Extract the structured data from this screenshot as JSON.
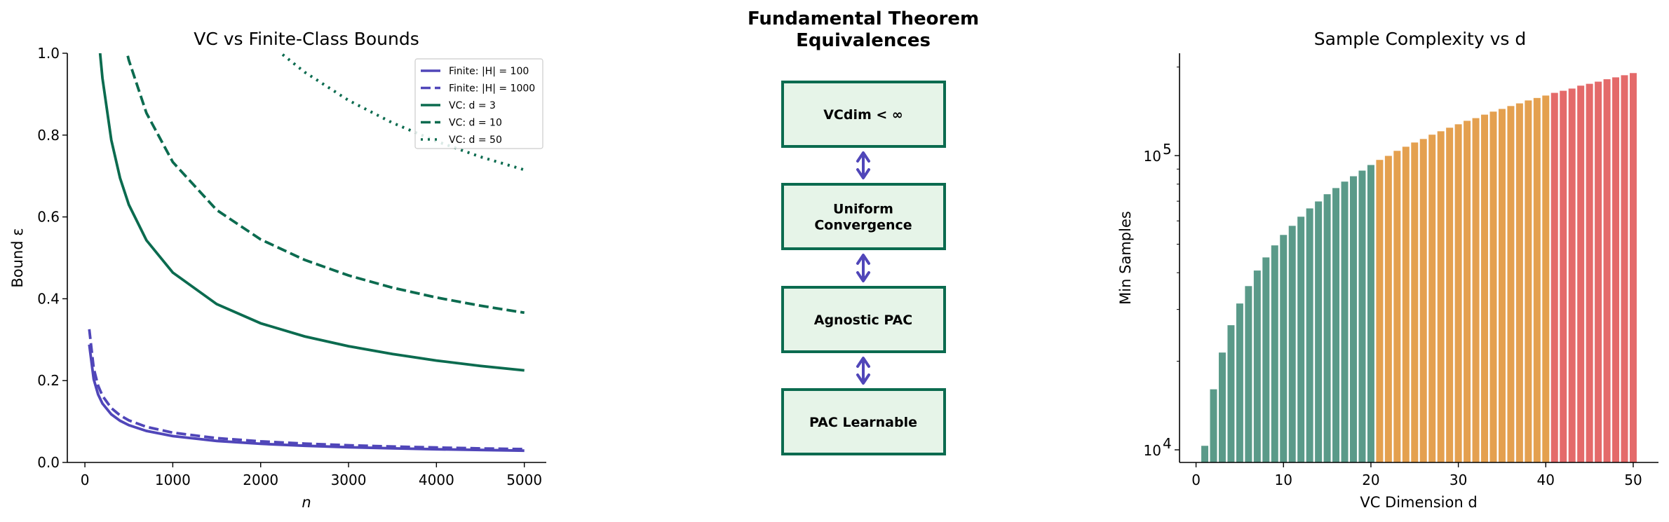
{
  "chart_data": [
    {
      "type": "line",
      "title": "VC vs Finite-Class Bounds",
      "xlabel": "n",
      "ylabel": "Bound ε",
      "xlim": [
        -200,
        5250
      ],
      "ylim": [
        0,
        1
      ],
      "grid": false,
      "xticks": [
        0,
        1000,
        2000,
        3000,
        4000,
        5000
      ],
      "xtick_labels": [
        "0",
        "1000",
        "2000",
        "3000",
        "4000",
        "5000"
      ],
      "yticks": [
        0,
        0.2,
        0.4,
        0.6,
        0.8,
        1.0
      ],
      "ytick_labels": [
        "0.0",
        "0.2",
        "0.4",
        "0.6",
        "0.8",
        "1.0"
      ],
      "legend_position": "top-right",
      "series": [
        {
          "name": "Finite: |H| = 100",
          "color": "#5046b9",
          "style": "solid",
          "x": [
            50,
            100,
            150,
            200,
            300,
            400,
            500,
            700,
            1000,
            1500,
            2000,
            2500,
            3000,
            3500,
            4000,
            4500,
            5000
          ],
          "y": [
            0.288,
            0.2036,
            0.1663,
            0.144,
            0.1176,
            0.1018,
            0.0911,
            0.077,
            0.0644,
            0.0526,
            0.0455,
            0.0407,
            0.0372,
            0.0344,
            0.0322,
            0.0304,
            0.0288
          ]
        },
        {
          "name": "Finite: |H| = 1000",
          "color": "#5046b9",
          "style": "dashed",
          "x": [
            50,
            100,
            150,
            200,
            300,
            400,
            500,
            700,
            1000,
            1500,
            2000,
            2500,
            3000,
            3500,
            4000,
            4500,
            5000
          ],
          "y": [
            0.3255,
            0.2302,
            0.1879,
            0.1628,
            0.1329,
            0.1151,
            0.1029,
            0.087,
            0.0728,
            0.0594,
            0.0515,
            0.046,
            0.042,
            0.0389,
            0.0364,
            0.0343,
            0.0326
          ]
        },
        {
          "name": "VC: d = 3",
          "color": "#0b6b4f",
          "style": "solid",
          "x": [
            150,
            175,
            200,
            300,
            400,
            500,
            700,
            1000,
            1500,
            2000,
            2500,
            3000,
            3500,
            4000,
            4500,
            5000
          ],
          "y": [
            1.063,
            0.995,
            0.939,
            0.788,
            0.695,
            0.63,
            0.543,
            0.464,
            0.387,
            0.34,
            0.308,
            0.284,
            0.265,
            0.249,
            0.236,
            0.225
          ]
        },
        {
          "name": "VC: d = 10",
          "color": "#0b6b4f",
          "style": "dashed",
          "x": [
            450,
            500,
            700,
            1000,
            1500,
            2000,
            2500,
            3000,
            3500,
            4000,
            4500,
            5000
          ],
          "y": [
            1.027,
            0.983,
            0.854,
            0.734,
            0.617,
            0.545,
            0.495,
            0.457,
            0.427,
            0.403,
            0.383,
            0.366
          ]
        },
        {
          "name": "VC: d = 50",
          "color": "#0b6b4f",
          "style": "dotted",
          "x": [
            2250,
            2500,
            3000,
            3500,
            4000,
            4500,
            5000
          ],
          "y": [
            0.997,
            0.954,
            0.885,
            0.83,
            0.785,
            0.747,
            0.715
          ]
        }
      ]
    },
    {
      "type": "bar",
      "title": "Sample Complexity vs d",
      "xlabel": "VC Dimension d",
      "ylabel": "Min Samples",
      "yscale": "log",
      "ylim": [
        9060,
        222800
      ],
      "xlim": [
        -1.89,
        52.89
      ],
      "grid": false,
      "xticks": [
        0,
        10,
        20,
        30,
        40,
        50
      ],
      "xtick_labels": [
        "0",
        "10",
        "20",
        "30",
        "40",
        "50"
      ],
      "yticks": [
        10000,
        100000
      ],
      "ytick_labels": [
        {
          "base": "10",
          "exp": "4"
        },
        {
          "base": "10",
          "exp": "5"
        }
      ],
      "categories": [
        1,
        2,
        3,
        4,
        5,
        6,
        7,
        8,
        9,
        10,
        11,
        12,
        13,
        14,
        15,
        16,
        17,
        18,
        19,
        20,
        21,
        22,
        23,
        24,
        25,
        26,
        27,
        28,
        29,
        30,
        31,
        32,
        33,
        34,
        35,
        36,
        37,
        38,
        39,
        40,
        41,
        42,
        43,
        44,
        45,
        46,
        47,
        48,
        49,
        50
      ],
      "values": [
        10320,
        16060,
        21410,
        26520,
        31430,
        36020,
        40680,
        45080,
        49530,
        53750,
        57720,
        61990,
        66150,
        69860,
        73930,
        77580,
        81590,
        85090,
        88920,
        92920,
        96700,
        99790,
        103800,
        107200,
        110800,
        113900,
        117800,
        121000,
        124400,
        127800,
        131300,
        134100,
        137800,
        141100,
        144100,
        147400,
        150500,
        154000,
        157000,
        160000,
        163400,
        166100,
        169000,
        172900,
        175400,
        178400,
        181800,
        184500,
        187600,
        190800
      ],
      "color_ranges": [
        {
          "from": 1,
          "to": 20,
          "color": "#5a9a89"
        },
        {
          "from": 21,
          "to": 40,
          "color": "#e4a04f"
        },
        {
          "from": 41,
          "to": 50,
          "color": "#e46a6a"
        }
      ]
    }
  ],
  "diagram": {
    "title_lines": [
      "Fundamental Theorem",
      "Equivalences"
    ],
    "box_border": "#0b6b4f",
    "box_fill": "#e6f4e8",
    "arrow_color": "#5046b9",
    "boxes": [
      {
        "lines": [
          "VCdim < ∞"
        ]
      },
      {
        "lines": [
          "Uniform",
          "Convergence"
        ]
      },
      {
        "lines": [
          "Agnostic PAC"
        ]
      },
      {
        "lines": [
          "PAC Learnable"
        ]
      }
    ]
  }
}
